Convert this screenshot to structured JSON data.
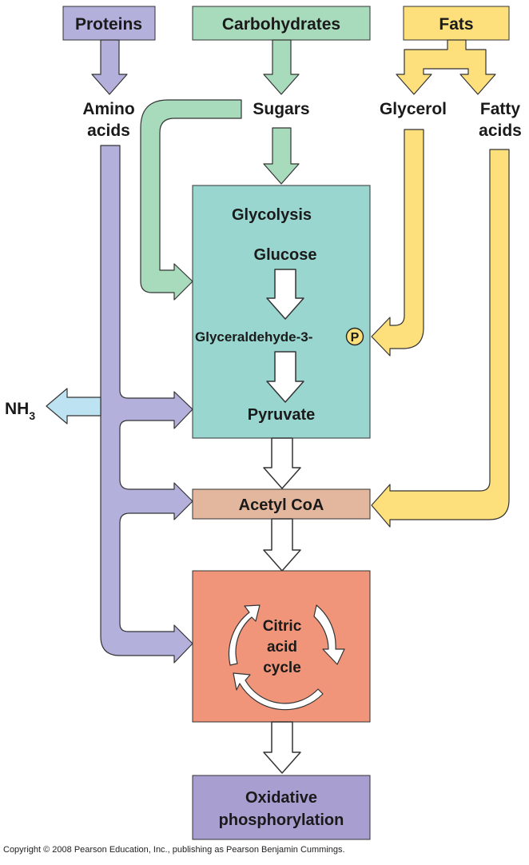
{
  "sources": {
    "proteins": "Proteins",
    "carbohydrates": "Carbohydrates",
    "fats": "Fats"
  },
  "intermediates": {
    "amino_acids_line1": "Amino",
    "amino_acids_line2": "acids",
    "sugars": "Sugars",
    "glycerol": "Glycerol",
    "fatty_acids_line1": "Fatty",
    "fatty_acids_line2": "acids"
  },
  "glycolysis": {
    "title": "Glycolysis",
    "glucose": "Glucose",
    "g3p": "Glyceraldehyde-3-",
    "phosphate": "P",
    "pyruvate": "Pyruvate"
  },
  "ammonia": {
    "base": "NH",
    "subscript": "3"
  },
  "acetyl_coa": "Acetyl CoA",
  "citric_acid_cycle": {
    "line1": "Citric",
    "line2": "acid",
    "line3": "cycle"
  },
  "oxidative_phosphorylation": {
    "line1": "Oxidative",
    "line2": "phosphorylation"
  },
  "copyright": "Copyright © 2008 Pearson Education, Inc., publishing as Pearson Benjamin Cummings.",
  "colors": {
    "protein": "#b4b0dc",
    "carbohydrate": "#a7dbbc",
    "fat": "#fde07c",
    "glycolysis": "#9ad6d0",
    "acetyl_coa": "#e3b79d",
    "citric_acid_cycle": "#f0957a",
    "oxidative": "#a89ed0",
    "ammonia": "#bde3f3"
  }
}
